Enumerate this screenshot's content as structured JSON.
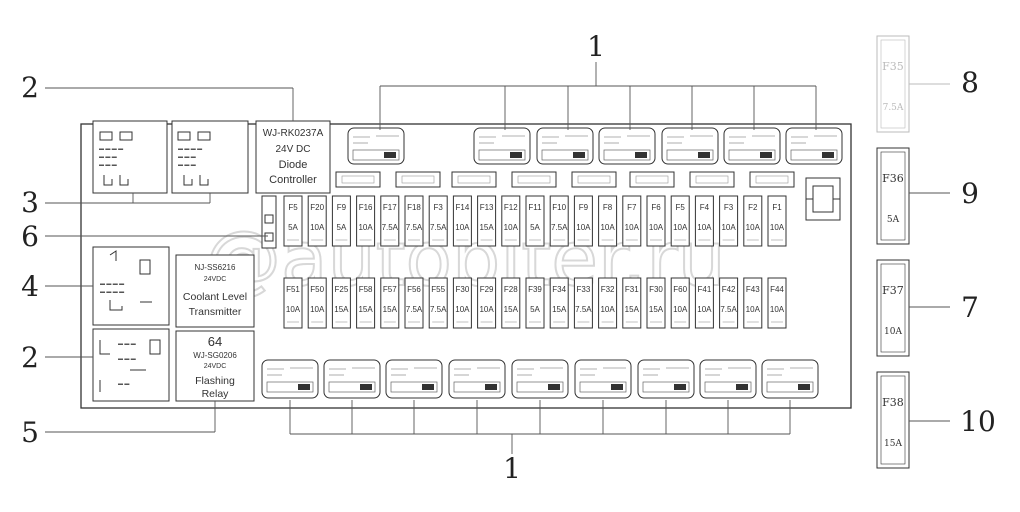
{
  "callouts": {
    "c1_top": "1",
    "c2_top": "2",
    "c3": "3",
    "c6": "6",
    "c4": "4",
    "c2_bottom": "2",
    "c5": "5",
    "c1_bottom": "1",
    "c8": "8",
    "c9": "9",
    "c7": "7",
    "c10": "10"
  },
  "diode_controller": {
    "part": "WJ-RK0237A",
    "voltage": "24V DC",
    "line1": "Diode",
    "line2": "Controller"
  },
  "coolant_transmitter": {
    "part": "NJ-SS6216",
    "voltage": "24VDC",
    "line1": "Coolant Level",
    "line2": "Transmitter"
  },
  "flashing_relay": {
    "num": "64",
    "part": "WJ-SG0206",
    "voltage": "24VDC",
    "line1": "Flashing",
    "line2": "Relay"
  },
  "top_row_fuses": [
    {
      "id": "F5",
      "amp": "5A"
    },
    {
      "id": "F20",
      "amp": "10A"
    },
    {
      "id": "F9",
      "amp": "5A"
    },
    {
      "id": "F16",
      "amp": "10A"
    },
    {
      "id": "F17",
      "amp": "7.5A"
    },
    {
      "id": "F18",
      "amp": "7.5A"
    },
    {
      "id": "F3",
      "amp": "7.5A"
    },
    {
      "id": "F14",
      "amp": "10A"
    },
    {
      "id": "F13",
      "amp": "15A"
    },
    {
      "id": "F12",
      "amp": "10A"
    },
    {
      "id": "F11",
      "amp": "5A"
    },
    {
      "id": "F10",
      "amp": "7.5A"
    },
    {
      "id": "F9",
      "amp": "10A"
    },
    {
      "id": "F8",
      "amp": "10A"
    },
    {
      "id": "F7",
      "amp": "10A"
    },
    {
      "id": "F6",
      "amp": "10A"
    },
    {
      "id": "F5",
      "amp": "10A"
    },
    {
      "id": "F4",
      "amp": "10A"
    },
    {
      "id": "F3",
      "amp": "10A"
    },
    {
      "id": "F2",
      "amp": "10A"
    },
    {
      "id": "F1",
      "amp": "10A"
    }
  ],
  "bottom_row_fuses": [
    {
      "id": "F51",
      "amp": "10A"
    },
    {
      "id": "F50",
      "amp": "10A"
    },
    {
      "id": "F25",
      "amp": "15A"
    },
    {
      "id": "F58",
      "amp": "15A"
    },
    {
      "id": "F57",
      "amp": "15A"
    },
    {
      "id": "F56",
      "amp": "7.5A"
    },
    {
      "id": "F55",
      "amp": "7.5A"
    },
    {
      "id": "F30",
      "amp": "10A"
    },
    {
      "id": "F29",
      "amp": "10A"
    },
    {
      "id": "F28",
      "amp": "15A"
    },
    {
      "id": "F39",
      "amp": "5A"
    },
    {
      "id": "F34",
      "amp": "15A"
    },
    {
      "id": "F33",
      "amp": "7.5A"
    },
    {
      "id": "F32",
      "amp": "10A"
    },
    {
      "id": "F31",
      "amp": "15A"
    },
    {
      "id": "F30",
      "amp": "15A"
    },
    {
      "id": "F60",
      "amp": "10A"
    },
    {
      "id": "F41",
      "amp": "10A"
    },
    {
      "id": "F42",
      "amp": "7.5A"
    },
    {
      "id": "F43",
      "amp": "10A"
    },
    {
      "id": "F44",
      "amp": "10A"
    }
  ],
  "side_fuses": [
    {
      "id": "F35",
      "amp": "7.5A"
    },
    {
      "id": "F36",
      "amp": "5A"
    },
    {
      "id": "F37",
      "amp": "10A"
    },
    {
      "id": "F38",
      "amp": "15A"
    }
  ],
  "watermark": "@autopiter.ru",
  "colors": {
    "ink": "#222222",
    "line": "#555555",
    "faint": "#bbbbbb"
  }
}
